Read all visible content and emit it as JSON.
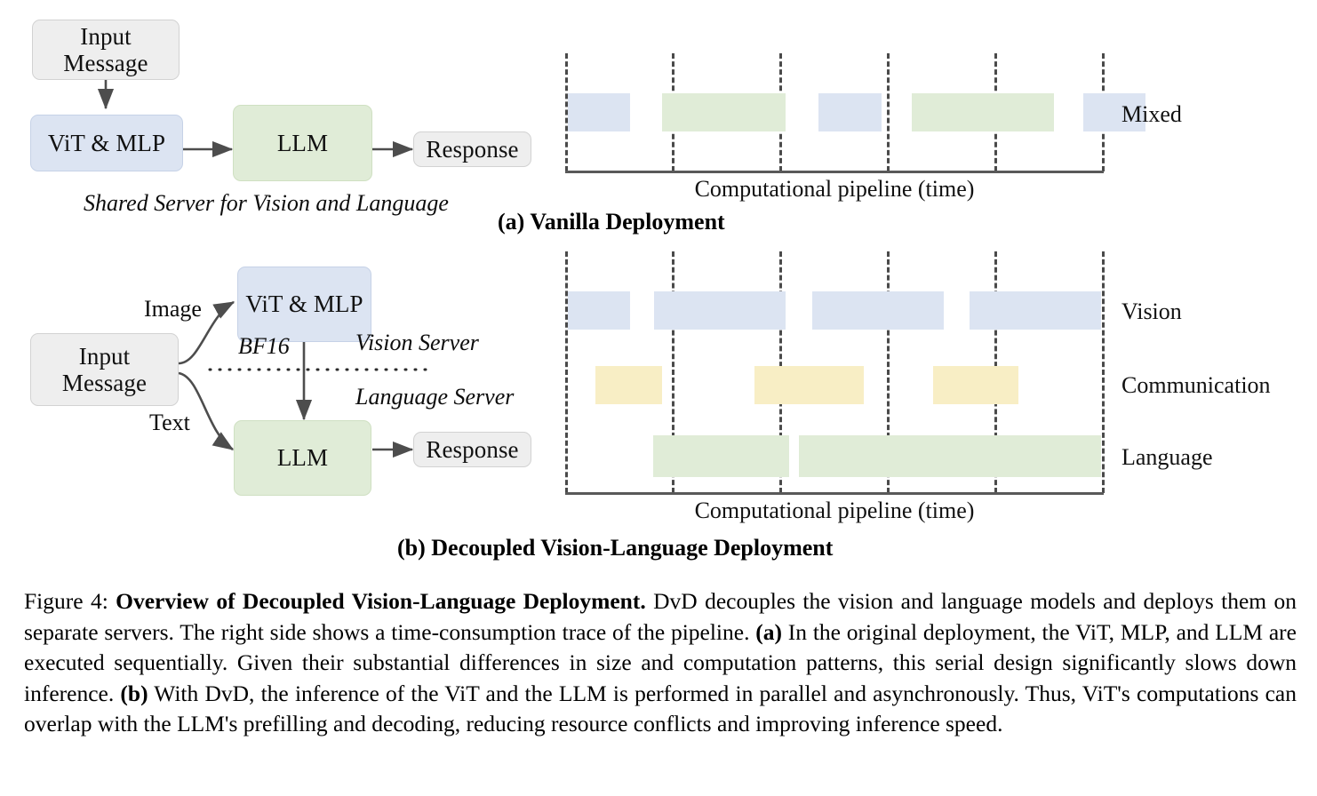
{
  "figure": {
    "caption_prefix": "Figure 4:",
    "caption_title": "Overview of Decoupled Vision-Language Deployment.",
    "caption_body_1": " DvD decouples the vision and language models and deploys them on separate servers. The right side shows a time-consumption trace of the pipeline. ",
    "caption_label_a": "(a)",
    "caption_body_2": " In the original deployment, the ViT, MLP, and LLM are executed sequentially. Given their substantial differences in size and computation patterns, this serial design significantly slows down inference. ",
    "caption_label_b": "(b)",
    "caption_body_3": " With DvD, the inference of the ViT and the LLM is performed in parallel and asynchronously. Thus, ViT's computations can overlap with the LLM's prefilling and decoding, reducing resource conflicts and improving inference speed."
  },
  "panel_a": {
    "subcaption": "(a) Vanilla Deployment",
    "server_note": "Shared Server for Vision  and Language",
    "nodes": {
      "input": {
        "line1": "Input",
        "line2": "Message"
      },
      "vit": "ViT & MLP",
      "llm": "LLM",
      "response": "Response"
    }
  },
  "panel_b": {
    "subcaption": "(b) Decoupled Vision-Language Deployment",
    "nodes": {
      "input": {
        "line1": "Input",
        "line2": "Message"
      },
      "vit": "ViT & MLP",
      "llm": "LLM",
      "response": "Response"
    },
    "edge_labels": {
      "image": "Image",
      "text": "Text",
      "precision": "BF16"
    },
    "server_labels": {
      "vision": "Vision Server",
      "language": "Language Server"
    }
  },
  "colors": {
    "vision": "#dce4f2",
    "language": "#e0ecd7",
    "communication": "#f8eec5",
    "neutral": "#eeeeee",
    "gridline": "#4a4a4a",
    "axis": "#595959"
  },
  "chart_data": [
    {
      "type": "bar",
      "id": "vanilla-timeline",
      "title": "(a) Vanilla Deployment",
      "xlabel": "Computational pipeline (time)",
      "ylabel": "",
      "orientation": "horizontal-gantt",
      "grid": true,
      "legend_position": "right-of-row",
      "xlim": [
        0,
        6
      ],
      "gridlines": [
        0,
        1,
        2,
        3,
        4,
        5
      ],
      "rows": [
        {
          "label": "Mixed",
          "segments": [
            {
              "kind": "vision",
              "start": 0.0,
              "end": 0.6,
              "color": "#dce4f2"
            },
            {
              "kind": "language",
              "start": 0.9,
              "end": 2.05,
              "color": "#e0ecd7"
            },
            {
              "kind": "vision",
              "start": 2.35,
              "end": 2.95,
              "color": "#dce4f2"
            },
            {
              "kind": "language",
              "start": 3.22,
              "end": 4.55,
              "color": "#e0ecd7"
            },
            {
              "kind": "vision",
              "start": 4.83,
              "end": 5.42,
              "color": "#dce4f2"
            }
          ]
        }
      ]
    },
    {
      "type": "bar",
      "id": "decoupled-timeline",
      "title": "(b) Decoupled Vision-Language Deployment",
      "xlabel": "Computational pipeline (time)",
      "ylabel": "",
      "orientation": "horizontal-gantt",
      "grid": true,
      "legend_position": "right-of-row",
      "xlim": [
        0,
        6
      ],
      "gridlines": [
        0,
        1,
        2,
        3,
        4,
        5
      ],
      "rows": [
        {
          "label": "Vision",
          "segments": [
            {
              "kind": "vision",
              "start": 0.0,
              "end": 0.6,
              "color": "#dce4f2"
            },
            {
              "kind": "vision",
              "start": 0.83,
              "end": 2.06,
              "color": "#dce4f2"
            },
            {
              "kind": "vision",
              "start": 2.3,
              "end": 3.52,
              "color": "#dce4f2"
            },
            {
              "kind": "vision",
              "start": 3.76,
              "end": 4.98,
              "color": "#dce4f2"
            }
          ]
        },
        {
          "label": "Communication",
          "segments": [
            {
              "kind": "communication",
              "start": 0.28,
              "end": 0.9,
              "color": "#f8eec5"
            },
            {
              "kind": "communication",
              "start": 1.76,
              "end": 2.78,
              "color": "#f8eec5"
            },
            {
              "kind": "communication",
              "start": 3.42,
              "end": 4.22,
              "color": "#f8eec5"
            }
          ]
        },
        {
          "label": "Language",
          "segments": [
            {
              "kind": "language",
              "start": 0.82,
              "end": 2.08,
              "color": "#e0ecd7"
            },
            {
              "kind": "language",
              "start": 2.18,
              "end": 4.98,
              "color": "#e0ecd7"
            }
          ]
        }
      ]
    }
  ]
}
